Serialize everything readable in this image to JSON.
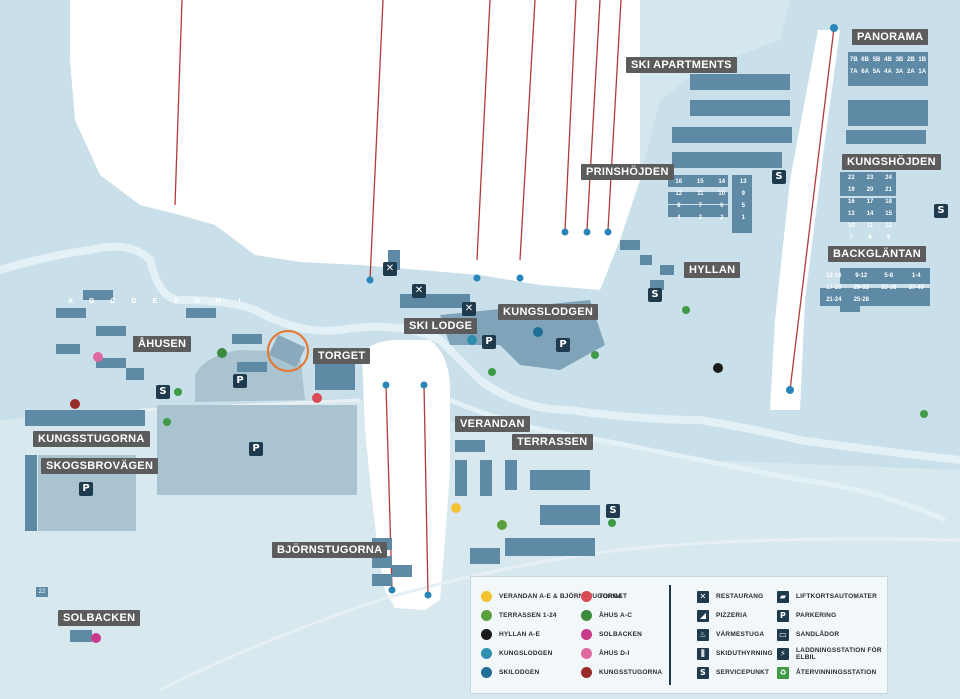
{
  "map": {
    "colors": {
      "background": "#c9dfe9",
      "snow": "#ffffff",
      "building": "#8aa9bd",
      "building_dark": "#5f8aa6",
      "lift": "#b33a3a",
      "river": "#dcedf3",
      "road": "#e6eff3",
      "highlight": "#e8742a"
    },
    "labels": {
      "ski_apartments": "SKI APARTMENTS",
      "panorama": "PANORAMA",
      "prinshojden": "PRINSHÖJDEN",
      "kungshojden": "KUNGSHÖJDEN",
      "backglantan": "BACKGLÄNTAN",
      "hyllan": "HYLLAN",
      "kungslodgen": "KUNGSLODGEN",
      "ski_lodge": "SKI LODGE",
      "ahusen": "ÅHUSEN",
      "torget": "TORGET",
      "kungsstugorna": "KUNGSSTUGORNA",
      "skogsbrovagen": "SKOGSBROVÄGEN",
      "verandan": "VERANDAN",
      "terrassen": "TERRASSEN",
      "bjornstugorna": "BJÖRNSTUGORNA",
      "solbacken": "SOLBACKEN"
    },
    "poi_glyphs": {
      "parking": "P",
      "service": "S",
      "restaurant": "✕",
      "recycling": "♻"
    }
  },
  "legend": {
    "left": [
      {
        "label": "VERANDAN A-E & BJÖRNSTUGORNA",
        "color": "#f2c230"
      },
      {
        "label": "TERRASSEN 1-24",
        "color": "#5aa03c"
      },
      {
        "label": "HYLLAN A-E",
        "color": "#1a1a1a"
      },
      {
        "label": "KUNGSLODGEN",
        "color": "#2f8fb0"
      },
      {
        "label": "SKILODGEN",
        "color": "#1f6f96"
      },
      {
        "label": "TORGET",
        "color": "#d94a55"
      },
      {
        "label": "ÅHUS A-C",
        "color": "#3c8a3c"
      },
      {
        "label": "SOLBACKEN",
        "color": "#c93a8a"
      },
      {
        "label": "ÅHUS D-I",
        "color": "#e06aa0"
      },
      {
        "label": "KUNGSSTUGORNA",
        "color": "#9a2a2a"
      }
    ],
    "right": [
      {
        "label": "RESTAURANG",
        "icon": "restaurant-icon",
        "glyph": "✕"
      },
      {
        "label": "PIZZERIA",
        "icon": "pizza-icon",
        "glyph": "◢"
      },
      {
        "label": "VÄRMESTUGA",
        "icon": "warming-hut-icon",
        "glyph": "♨"
      },
      {
        "label": "SKIDUTHYRNING",
        "icon": "ski-rental-icon",
        "glyph": "⫼"
      },
      {
        "label": "SERVICEPUNKT",
        "icon": "service-point-icon",
        "glyph": "S"
      },
      {
        "label": "LIFTKORTSAUTOMATER",
        "icon": "lift-ticket-icon",
        "glyph": "▰"
      },
      {
        "label": "PARKERING",
        "icon": "parking-icon",
        "glyph": "P"
      },
      {
        "label": "SANDLÅDOR",
        "icon": "sandbox-icon",
        "glyph": "▭"
      },
      {
        "label": "LADDNINGSSTATION FÖR ELBIL",
        "icon": "ev-charging-icon",
        "glyph": "⚡"
      },
      {
        "label": "ÅTERVINNINGSSTATION",
        "icon": "recycling-icon",
        "glyph": "♻"
      }
    ]
  },
  "building_numbers": {
    "kungshojden": [
      "22",
      "23",
      "24",
      "19",
      "20",
      "21",
      "16",
      "17",
      "18",
      "13",
      "14",
      "15",
      "10",
      "11",
      "12",
      "7",
      "8",
      "9"
    ],
    "backglantan": [
      "13-16",
      "9-12",
      "5-8",
      "1-4",
      "17-20",
      "29-32",
      "33-36",
      "37-40",
      "21-24",
      "25-28"
    ],
    "prinshojden": [
      "16",
      "15",
      "14",
      "13",
      "12",
      "11",
      "10",
      "9",
      "8",
      "7",
      "6",
      "5",
      "4",
      "3",
      "2",
      "1"
    ],
    "panorama": [
      "7B",
      "6B",
      "5B",
      "4B",
      "3B",
      "2B",
      "1B",
      "7A",
      "6A",
      "5A",
      "4A",
      "3A",
      "2A",
      "1A"
    ],
    "ahusen": [
      "A",
      "B",
      "C",
      "D",
      "E",
      "F",
      "G",
      "H",
      "I"
    ],
    "solbacken_lot": "22"
  }
}
